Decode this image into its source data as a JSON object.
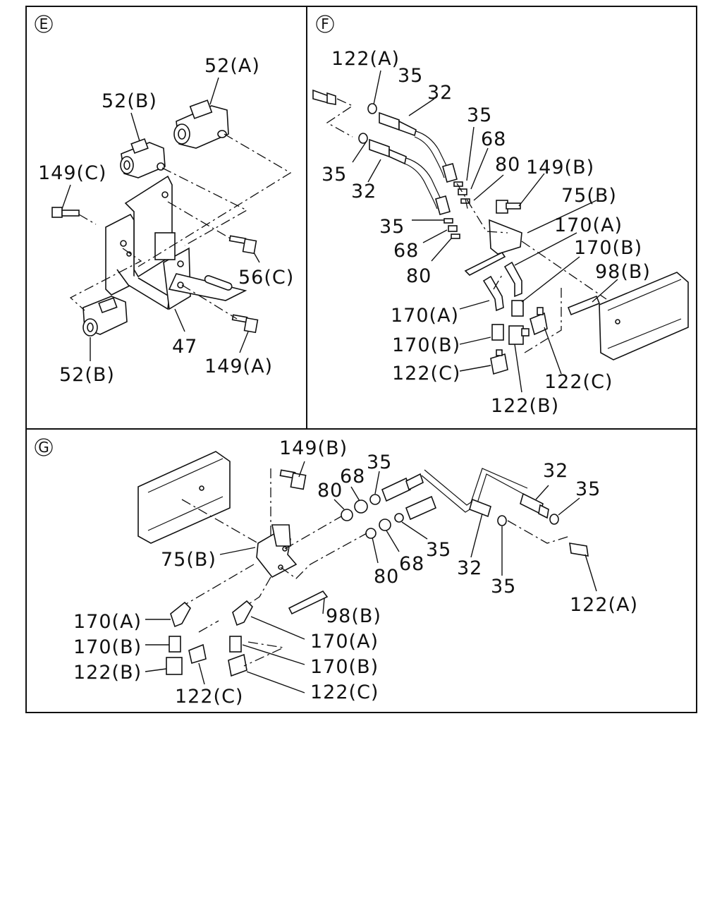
{
  "panels": {
    "E": {
      "id": "E"
    },
    "F": {
      "id": "F"
    },
    "G": {
      "id": "G"
    }
  },
  "labels": {
    "e_52a": "52(A)",
    "e_52b_top": "52(B)",
    "e_149c": "149(C)",
    "e_56c": "56(C)",
    "e_47": "47",
    "e_149a": "149(A)",
    "e_52b_bot": "52(B)",
    "f_122a": "122(A)",
    "f_35_a": "35",
    "f_32_a": "32",
    "f_35_b": "35",
    "f_32_b": "32",
    "f_35_c": "35",
    "f_68_a": "68",
    "f_80_a": "80",
    "f_149b": "149(B)",
    "f_75b": "75(B)",
    "f_35_d": "35",
    "f_68_b": "68",
    "f_80_b": "80",
    "f_170a_r": "170(A)",
    "f_170b_r": "170(B)",
    "f_98b": "98(B)",
    "f_170a_l": "170(A)",
    "f_170b_l": "170(B)",
    "f_122c_l": "122(C)",
    "f_122c_r": "122(C)",
    "f_122b": "122(B)",
    "g_149b": "149(B)",
    "g_35_a": "35",
    "g_68_a": "68",
    "g_80_a": "80",
    "g_32_a": "32",
    "g_35_b": "35",
    "g_75b": "75(B)",
    "g_80_b": "80",
    "g_68_b": "68",
    "g_35_c": "35",
    "g_32_b": "32",
    "g_35_d": "35",
    "g_122a": "122(A)",
    "g_98b": "98(B)",
    "g_170a_l": "170(A)",
    "g_170b_l": "170(B)",
    "g_122b": "122(B)",
    "g_122c_l": "122(C)",
    "g_170a_r": "170(A)",
    "g_170b_r": "170(B)",
    "g_122c_r": "122(C)"
  }
}
